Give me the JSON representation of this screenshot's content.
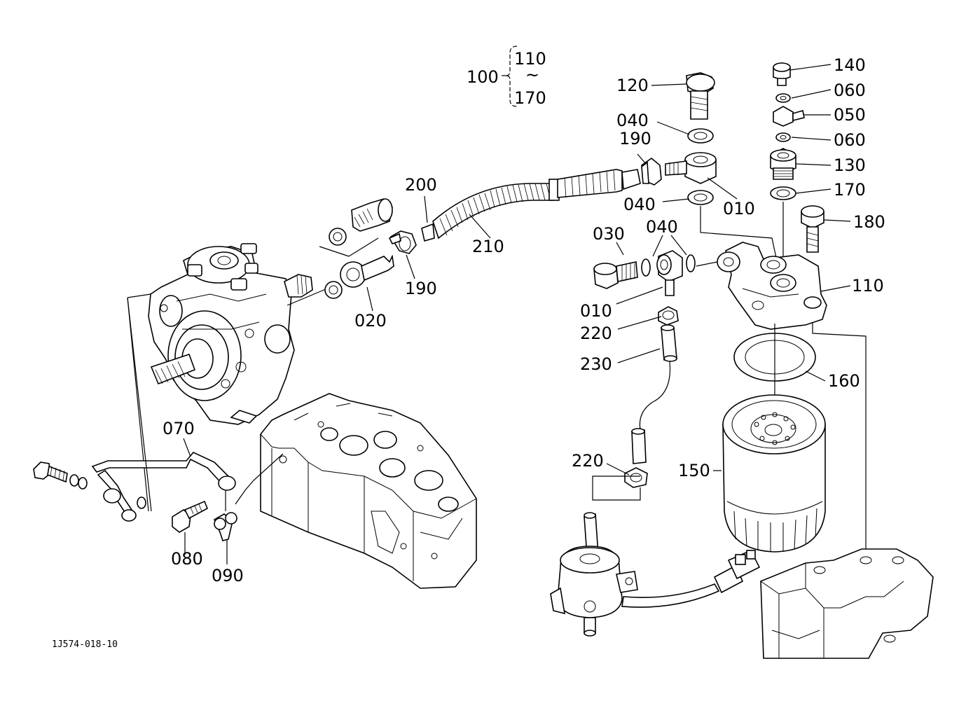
{
  "figure_id": "1J574-018-10",
  "assembly": {
    "number": "100",
    "range_start": "110",
    "range_symbol": "~",
    "range_end": "170"
  },
  "callouts": [
    {
      "id": "c140",
      "label": "140"
    },
    {
      "id": "c060a",
      "label": "060"
    },
    {
      "id": "c050",
      "label": "050"
    },
    {
      "id": "c060b",
      "label": "060"
    },
    {
      "id": "c130",
      "label": "130"
    },
    {
      "id": "c170",
      "label": "170"
    },
    {
      "id": "c180",
      "label": "180"
    },
    {
      "id": "c120",
      "label": "120"
    },
    {
      "id": "c040a",
      "label": "040"
    },
    {
      "id": "c190a",
      "label": "190"
    },
    {
      "id": "c010a",
      "label": "010"
    },
    {
      "id": "c040b",
      "label": "040"
    },
    {
      "id": "c200",
      "label": "200"
    },
    {
      "id": "c210",
      "label": "210"
    },
    {
      "id": "c190b",
      "label": "190"
    },
    {
      "id": "c020",
      "label": "020"
    },
    {
      "id": "c030",
      "label": "030"
    },
    {
      "id": "c040c",
      "label": "040"
    },
    {
      "id": "c010b",
      "label": "010"
    },
    {
      "id": "c220a",
      "label": "220"
    },
    {
      "id": "c230",
      "label": "230"
    },
    {
      "id": "c110",
      "label": "110"
    },
    {
      "id": "c160",
      "label": "160"
    },
    {
      "id": "c150",
      "label": "150"
    },
    {
      "id": "c220b",
      "label": "220"
    },
    {
      "id": "c070",
      "label": "070"
    },
    {
      "id": "c080",
      "label": "080"
    },
    {
      "id": "c090",
      "label": "090"
    }
  ]
}
